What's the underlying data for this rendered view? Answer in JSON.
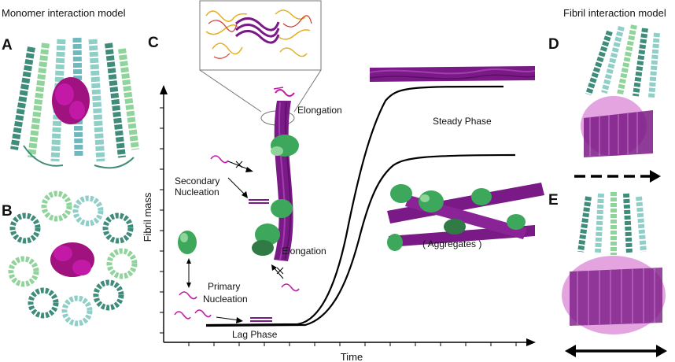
{
  "headings": {
    "left": "Monomer interaction model",
    "right": "Fibril interaction model"
  },
  "panels": {
    "a": "A",
    "b": "B",
    "c": "C",
    "d": "D",
    "e": "E"
  },
  "chart": {
    "y_label": "Fibril mass",
    "x_label": "Time"
  },
  "labels": {
    "elongation_top": "Elongation",
    "elongation_mid": "Elongation",
    "steady_phase": "Steady Phase",
    "secondary_1": "Secondary",
    "secondary_2": "Nucleation",
    "primary_1": "Primary",
    "primary_2": "Nucleation",
    "lag_phase": "Lag Phase",
    "aggregates": "( Aggregates )"
  },
  "colors": {
    "fibril": "#7a1a86",
    "fibril_light": "#a23cb0",
    "apo_teal": "#3f8c7a",
    "apo_light": "#8fcfc8",
    "apo_green": "#8fd49a",
    "monomer_magenta": "#c21aa6",
    "aggregate_green": "#3da85c",
    "inset_yellow": "#e3b020",
    "inset_red": "#d33a2a",
    "fibril_halo": "#d985d6"
  }
}
